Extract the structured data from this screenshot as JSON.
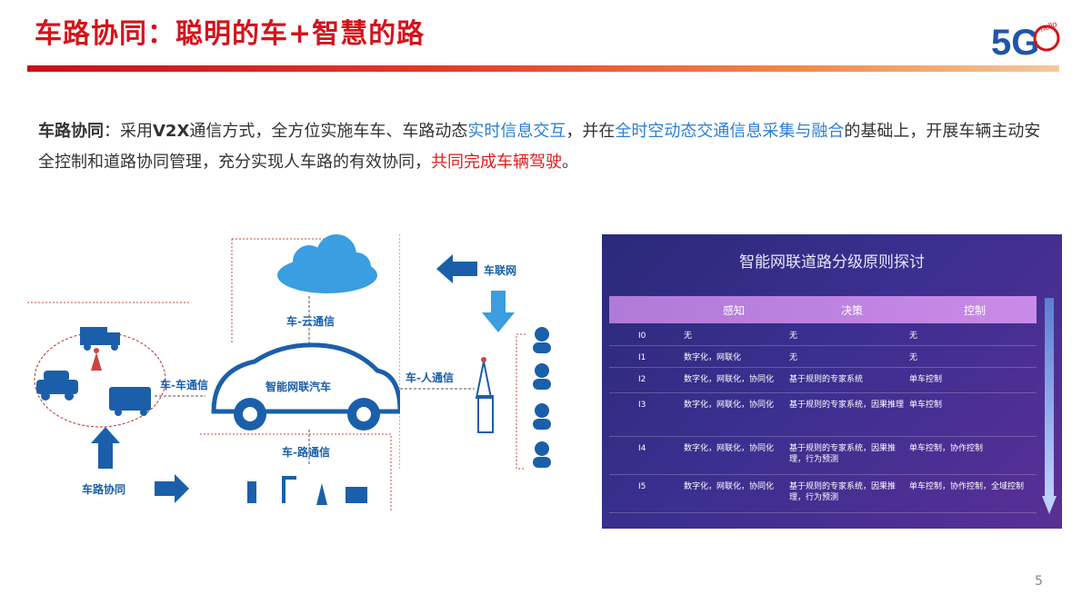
{
  "header": {
    "title": "车路协同：聪明的车+智慧的路"
  },
  "logo": {
    "big": "5G",
    "small": "hello"
  },
  "paragraph": {
    "lead": "车路协同",
    "t1": "：采用",
    "v2x": "V2X",
    "t2": "通信方式，全方位实施车车、车路动态",
    "blue1": "实时信息交互",
    "t3": "，并在",
    "blue2": "全时空动态交通信息采集与融合",
    "t4": "的基础上，开展车辆主动安全控制和道路协同管理，充分实现人车路的有效协同，",
    "red1": "共同完成车辆驾驶",
    "t5": "。"
  },
  "diagram": {
    "car_label": "智能网联汽车",
    "v2c": "车-云通信",
    "v2v": "车-车通信",
    "v2p": "车-人通信",
    "v2r": "车-路通信",
    "iov": "车联网",
    "cvis": "车路协同"
  },
  "table": {
    "title": "智能网联道路分级原则探讨",
    "headers": [
      "感知",
      "决策",
      "控制"
    ],
    "rows": [
      {
        "level": "I0",
        "sense": "无",
        "decide": "无",
        "control": "无"
      },
      {
        "level": "I1",
        "sense": "数字化，网联化",
        "decide": "无",
        "control": "无"
      },
      {
        "level": "I2",
        "sense": "数字化，网联化，协同化",
        "decide": "基于规则的专家系统",
        "control": "单车控制"
      },
      {
        "level": "I3",
        "sense": "数字化，网联化，协同化",
        "decide": "基于规则的专家系统，因果推理",
        "control": "单车控制"
      },
      {
        "level": "I4",
        "sense": "数字化，网联化，协同化",
        "decide": "基于规则的专家系统，因果推理，行为预测",
        "control": "单车控制，协作控制"
      },
      {
        "level": "I5",
        "sense": "数字化，网联化，协同化",
        "decide": "基于规则的专家系统，因果推理，行为预测",
        "control": "单车控制，协作控制，全域控制"
      }
    ]
  },
  "page": {
    "number": "5"
  },
  "colors": {
    "title_red": "#d3141b",
    "highlight_blue": "#2e7fd1",
    "highlight_red": "#e31b1b",
    "diagram_blue": "#1b5faa"
  }
}
